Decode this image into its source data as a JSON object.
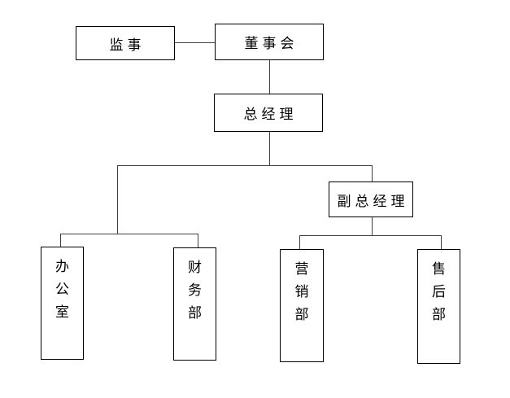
{
  "diagram": {
    "type": "org-chart",
    "background_color": "#ffffff",
    "line_color": "#404040",
    "box_border_color": "#000000",
    "text_color": "#000000",
    "nodes": {
      "supervisor": {
        "label": "监事",
        "orientation": "horizontal"
      },
      "board": {
        "label": "董事会",
        "orientation": "horizontal"
      },
      "general_manager": {
        "label": "总经理",
        "orientation": "horizontal"
      },
      "deputy_general_manager": {
        "label": "副总经理",
        "orientation": "horizontal"
      },
      "office": {
        "label": "办公室",
        "orientation": "vertical"
      },
      "finance_dept": {
        "label": "财务部",
        "orientation": "vertical"
      },
      "marketing_dept": {
        "label": "营销部",
        "orientation": "vertical"
      },
      "after_sales_dept": {
        "label": "售后部",
        "orientation": "vertical"
      }
    },
    "edges": [
      {
        "from": "board",
        "to": "supervisor",
        "style": "lateral"
      },
      {
        "from": "board",
        "to": "general_manager",
        "style": "vertical"
      },
      {
        "from": "general_manager",
        "to": "office",
        "style": "branch"
      },
      {
        "from": "general_manager",
        "to": "finance_dept",
        "style": "branch"
      },
      {
        "from": "general_manager",
        "to": "deputy_general_manager",
        "style": "branch"
      },
      {
        "from": "deputy_general_manager",
        "to": "marketing_dept",
        "style": "branch"
      },
      {
        "from": "deputy_general_manager",
        "to": "after_sales_dept",
        "style": "branch"
      }
    ]
  }
}
